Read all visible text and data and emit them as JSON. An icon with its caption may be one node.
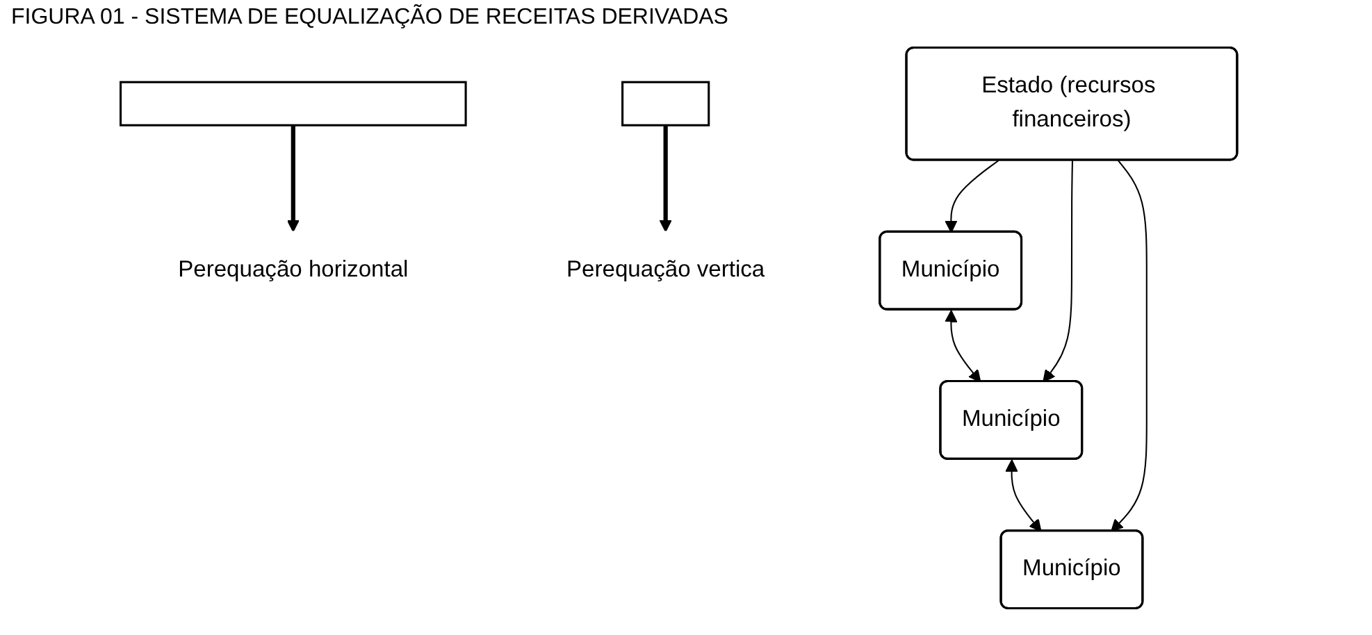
{
  "diagram": {
    "title": "FIGURA 01 - SISTEMA DE EQUALIZAÇÃO DE RECEITAS DERIVADAS",
    "nodes": [
      {
        "text": [
          "Estado (recursos financeiros)"
        ]
      },
      {
        "text": [
          "Município"
        ]
      },
      {
        "text": [
          "Município"
        ]
      },
      {
        "text": [
          "Município"
        ]
      },
      {
        "text": [],
        "shape": "bar"
      },
      {
        "text": [],
        "shape": "bar"
      },
      {
        "text": [
          "Perequação horizontal"
        ]
      },
      {
        "text": [
          "Perequação vertica"
        ]
      }
    ],
    "edges": [
      {
        "from": 0,
        "to": 1,
        "arrow": "to"
      },
      {
        "from": 0,
        "to": 2,
        "arrow": "to"
      },
      {
        "from": 0,
        "to": 3,
        "arrow": "to"
      },
      {
        "from": 1,
        "to": 2,
        "arrow": "both"
      },
      {
        "from": 2,
        "to": 3,
        "arrow": "both"
      },
      {
        "from": 4,
        "to": 6,
        "arrow": "to",
        "style": "thick"
      },
      {
        "from": 5,
        "to": 7,
        "arrow": "to",
        "style": "thick"
      }
    ]
  }
}
